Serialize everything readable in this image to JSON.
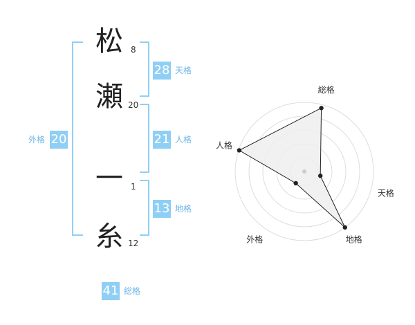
{
  "name_chars": [
    {
      "char": "松",
      "strokes": "8"
    },
    {
      "char": "瀬",
      "strokes": "20"
    },
    {
      "char": "一",
      "strokes": "1"
    },
    {
      "char": "糸",
      "strokes": "12"
    }
  ],
  "scores": {
    "tenkaku": {
      "value": "28",
      "label": "天格"
    },
    "jinkaku": {
      "value": "21",
      "label": "人格"
    },
    "chikaku": {
      "value": "13",
      "label": "地格"
    },
    "gaikaku": {
      "value": "20",
      "label": "外格"
    },
    "soukaku": {
      "value": "41",
      "label": "総格"
    }
  },
  "colors": {
    "accent": "#8fcff5",
    "label": "#6cb6e6",
    "radar_fill": "#efefef"
  },
  "chart_data": {
    "type": "radar",
    "axes": [
      "総格",
      "天格",
      "地格",
      "外格",
      "人格"
    ],
    "values": [
      0.95,
      0.24,
      1.0,
      0.21,
      0.99
    ],
    "rings": 5,
    "range": [
      0,
      1
    ]
  }
}
